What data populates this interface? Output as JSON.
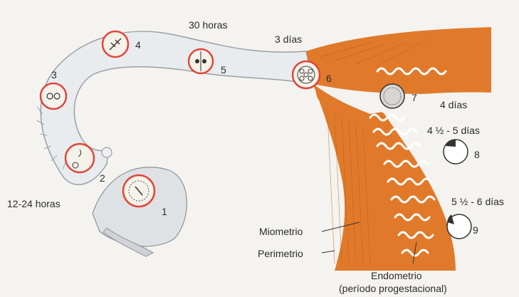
{
  "labels": {
    "time_30h": "30 horas",
    "time_3d": "3 días",
    "time_4d": "4 días",
    "time_45d": "4 ½ - 5 días",
    "time_556d": "5 ½ - 6 días",
    "time_1224h": "12-24 horas",
    "miometrio": "Miometrio",
    "perimetrio": "Perimetrio",
    "endometrio": "Endometrio",
    "endometrio_sub": "(período progestacional)"
  },
  "stages": [
    "1",
    "2",
    "3",
    "4",
    "5",
    "6",
    "7",
    "8",
    "9"
  ],
  "colors": {
    "uterus": "#e07a2a",
    "uterus_dark": "#b8561a",
    "ring": "#e0463a",
    "tube": "#e9ecee",
    "tube_edge": "#9aa0a6",
    "endometrium_glands": "#ffffff"
  }
}
